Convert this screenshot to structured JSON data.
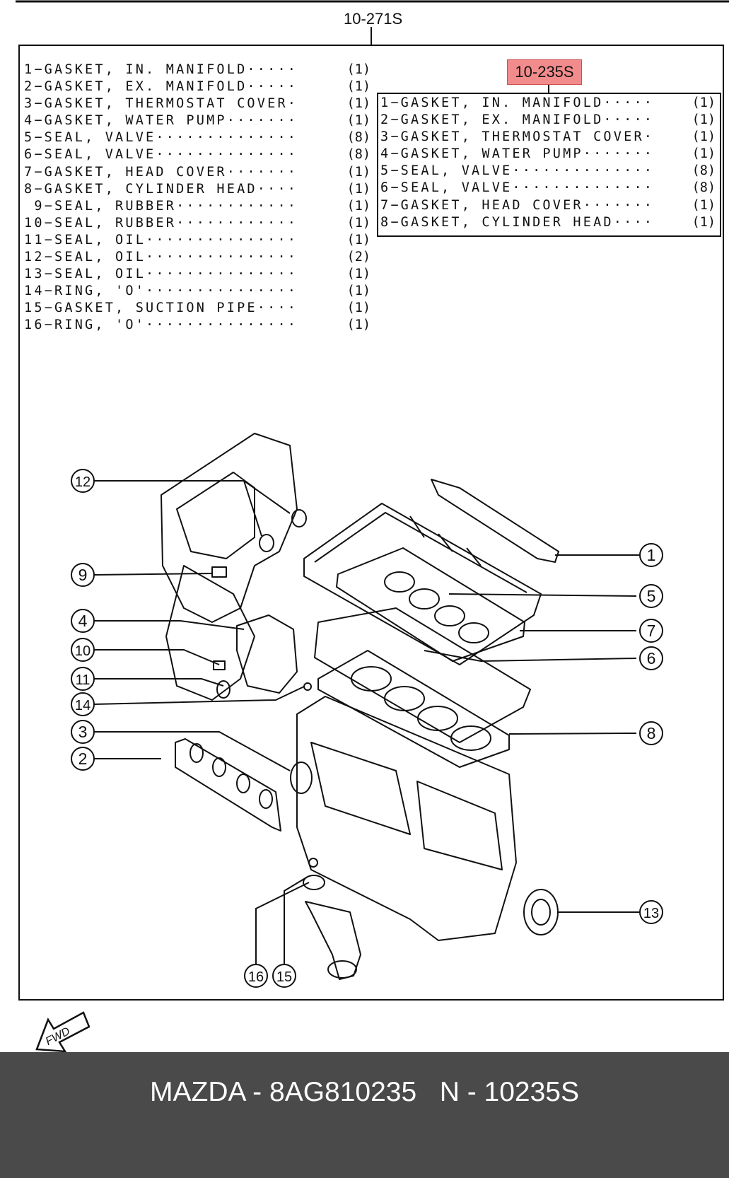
{
  "main_kit": {
    "code": "10-271S"
  },
  "sub_kit": {
    "code": "10-235S",
    "highlight_color": "#f28c8c"
  },
  "main_list": [
    {
      "name": "1−GASKET, IN. MANIFOLD·····",
      "qty": "(1)"
    },
    {
      "name": "2−GASKET, EX. MANIFOLD·····",
      "qty": "(1)"
    },
    {
      "name": "3−GASKET, THERMOSTAT COVER·",
      "qty": "(1)"
    },
    {
      "name": "4−GASKET, WATER PUMP·······",
      "qty": "(1)"
    },
    {
      "name": "5−SEAL, VALVE··············",
      "qty": "(8)"
    },
    {
      "name": "6−SEAL, VALVE··············",
      "qty": "(8)"
    },
    {
      "name": "7−GASKET, HEAD COVER·······",
      "qty": "(1)"
    },
    {
      "name": "8−GASKET, CYLINDER HEAD····",
      "qty": "(1)"
    },
    {
      "name": " 9−SEAL, RUBBER············",
      "qty": "(1)"
    },
    {
      "name": "10−SEAL, RUBBER············",
      "qty": "(1)"
    },
    {
      "name": "11−SEAL, OIL···············",
      "qty": "(1)"
    },
    {
      "name": "12−SEAL, OIL···············",
      "qty": "(2)"
    },
    {
      "name": "13−SEAL, OIL···············",
      "qty": "(1)"
    },
    {
      "name": "14−RING, 'O'···············",
      "qty": "(1)"
    },
    {
      "name": "15−GASKET, SUCTION PIPE····",
      "qty": "(1)"
    },
    {
      "name": "16−RING, 'O'···············",
      "qty": "(1)"
    }
  ],
  "sub_list": [
    {
      "name": "1−GASKET, IN. MANIFOLD·····",
      "qty": "(1)"
    },
    {
      "name": "2−GASKET, EX. MANIFOLD·····",
      "qty": "(1)"
    },
    {
      "name": "3−GASKET, THERMOSTAT COVER·",
      "qty": "(1)"
    },
    {
      "name": "4−GASKET, WATER PUMP·······",
      "qty": "(1)"
    },
    {
      "name": "5−SEAL, VALVE··············",
      "qty": "(8)"
    },
    {
      "name": "6−SEAL, VALVE··············",
      "qty": "(8)"
    },
    {
      "name": "7−GASKET, HEAD COVER·······",
      "qty": "(1)"
    },
    {
      "name": "8−GASKET, CYLINDER HEAD····",
      "qty": "(1)"
    }
  ],
  "callouts": [
    "1",
    "2",
    "3",
    "4",
    "5",
    "6",
    "7",
    "8",
    "9",
    "10",
    "11",
    "12",
    "13",
    "14",
    "15",
    "16"
  ],
  "fwd_label": "FWD",
  "footer": {
    "text": "MAZDA - 8AG810235   N - 10235S",
    "bar_color": "#4a4a4a"
  }
}
